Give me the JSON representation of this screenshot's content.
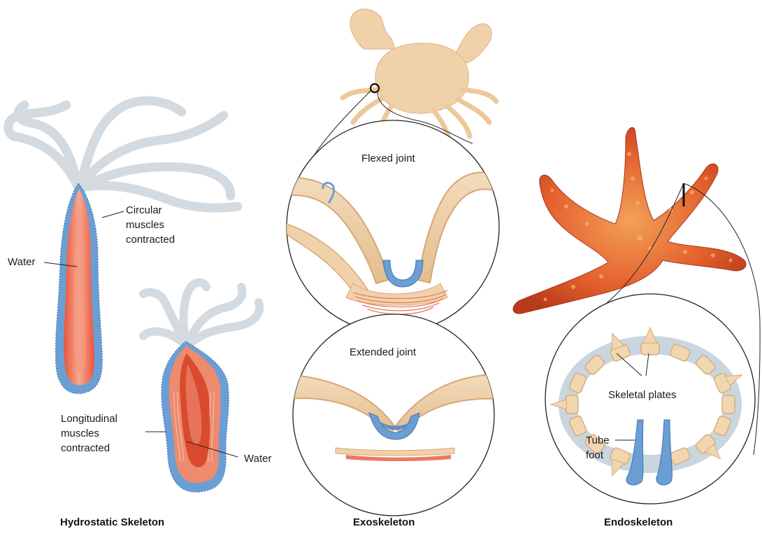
{
  "panels": {
    "hydrostatic": {
      "caption": "Hydrostatic Skeleton",
      "labels": {
        "circular": "Circular\nmuscles\ncontracted",
        "water_top": "Water",
        "longitudinal": "Longitudinal\nmuscles\ncontracted",
        "water_bottom": "Water"
      }
    },
    "exoskeleton": {
      "caption": "Exoskeleton",
      "labels": {
        "flexed": "Flexed joint",
        "extended": "Extended joint"
      }
    },
    "endoskeleton": {
      "caption": "Endoskeleton",
      "labels": {
        "plates": "Skeletal plates",
        "tube_foot": "Tube\nfoot"
      }
    }
  },
  "colors": {
    "muscle_red": "#e8603c",
    "muscle_blue": "#6b9fd4",
    "tentacle_grey": "#d3dbe0",
    "shell_tan": "#e8c9a0",
    "starfish_orange": "#e0562a",
    "line": "#222222"
  }
}
